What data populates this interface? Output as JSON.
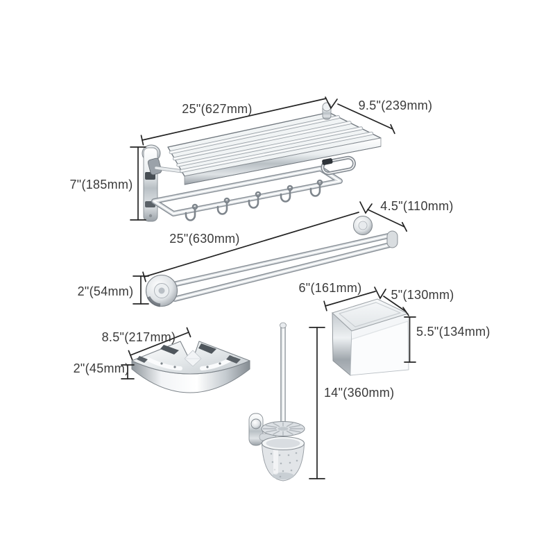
{
  "figure": {
    "background": "#ffffff",
    "line_color": "#232323",
    "text_color": "#3a3a3a",
    "chrome_light": "#f4f6f7",
    "chrome_mid": "#c9ced3",
    "chrome_dark": "#8e959b"
  },
  "products": {
    "folding_towel_rack": {
      "width": "25\"(627mm)",
      "depth": "9.5\"(239mm)",
      "height": "7\"(185mm)"
    },
    "double_towel_bar": {
      "length": "25\"(630mm)",
      "depth": "4.5\"(110mm)",
      "height": "2\"(54mm)"
    },
    "corner_shelf": {
      "width": "8.5\"(217mm)",
      "height": "2\"(45mm)"
    },
    "toilet_brush_holder": {
      "height": "14\"(360mm)"
    },
    "paper_holder_box": {
      "width": "6\"(161mm)",
      "depth": "5\"(130mm)",
      "height": "5.5\"(134mm)"
    }
  }
}
